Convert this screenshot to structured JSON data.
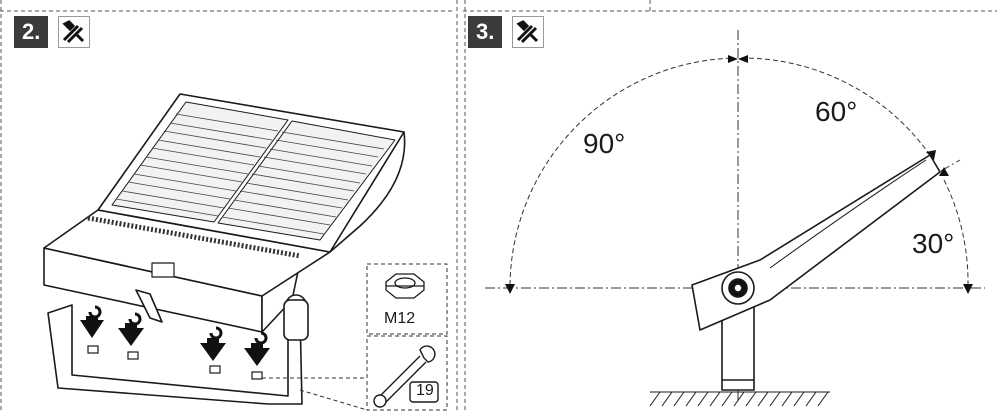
{
  "steps": [
    {
      "number": "2.",
      "tool_icon": "tools-icon"
    },
    {
      "number": "3.",
      "tool_icon": "tools-icon"
    }
  ],
  "hardware": {
    "nut_label": "M12",
    "wrench_size": "19"
  },
  "angles": {
    "left": "90°",
    "upper": "60°",
    "lower": "30°"
  }
}
